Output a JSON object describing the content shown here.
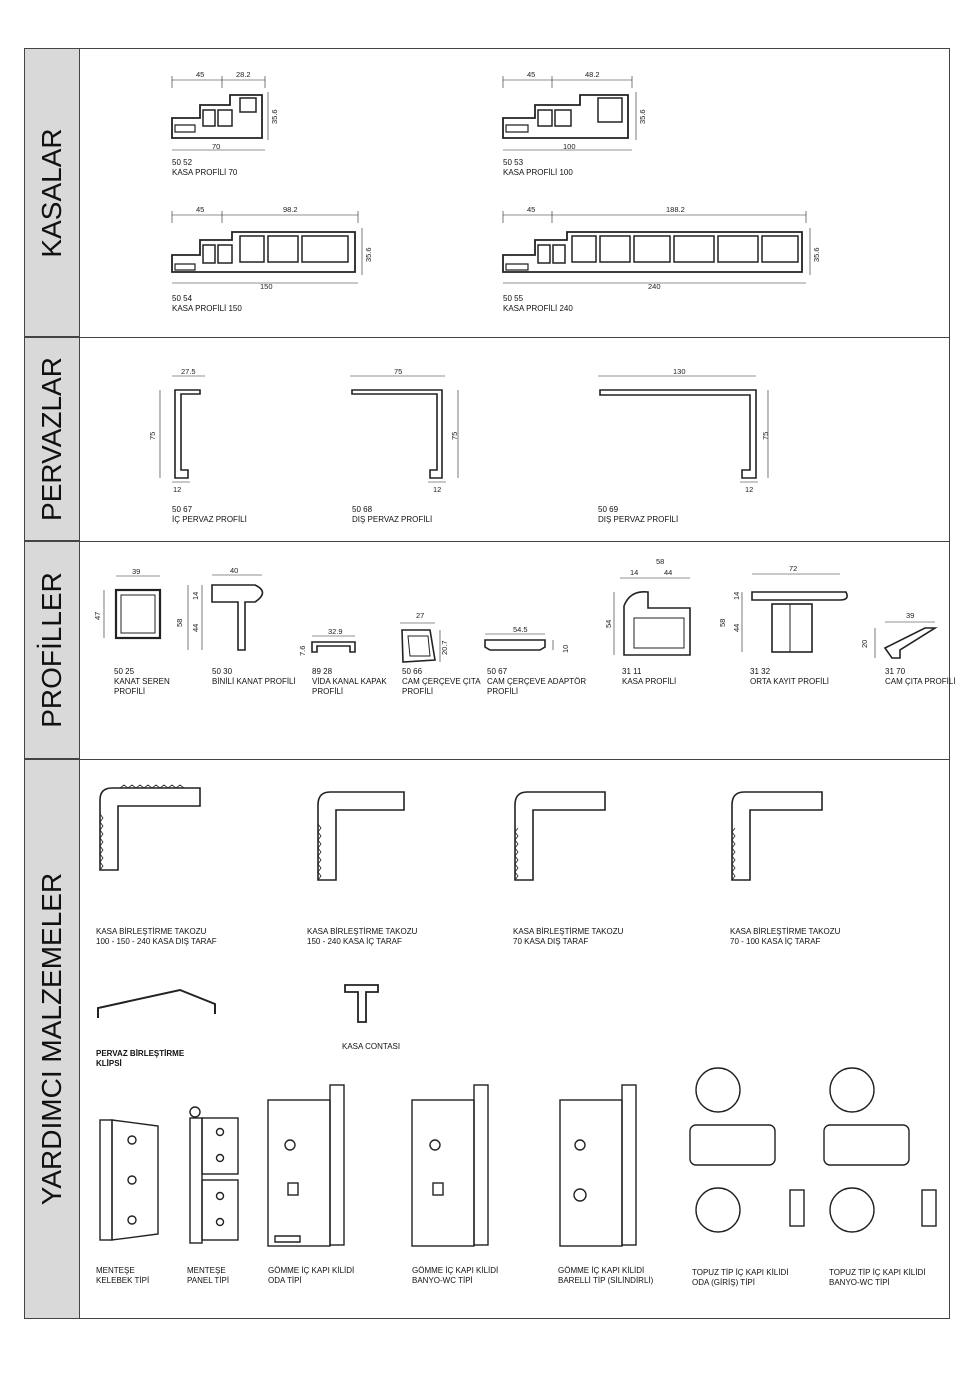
{
  "sections": {
    "kasalar": "KASALAR",
    "pervazlar": "PERVAZLAR",
    "profiller": "PROFİLLER",
    "yardimci": "YARDIMCI MALZEMELER"
  },
  "kasalar": [
    {
      "code": "50 52",
      "name": "KASA PROFİLİ 70",
      "d1": "45",
      "d2": "28.2",
      "d3": "35.6",
      "d4": "70"
    },
    {
      "code": "50 53",
      "name": "KASA PROFİLİ 100",
      "d1": "45",
      "d2": "48.2",
      "d3": "35.6",
      "d4": "100"
    },
    {
      "code": "50 54",
      "name": "KASA PROFİLİ 150",
      "d1": "45",
      "d2": "98.2",
      "d3": "35.6",
      "d4": "150"
    },
    {
      "code": "50 55",
      "name": "KASA PROFİLİ 240",
      "d1": "45",
      "d2": "188.2",
      "d3": "35.6",
      "d4": "240"
    }
  ],
  "pervazlar": [
    {
      "code": "50 67",
      "name": "İÇ PERVAZ PROFİLİ",
      "top": "27.5",
      "side": "75",
      "bottom": "12"
    },
    {
      "code": "50 68",
      "name": "DIŞ PERVAZ PROFİLİ",
      "top": "75",
      "side": "75",
      "bottom": "12"
    },
    {
      "code": "50 69",
      "name": "DIŞ PERVAZ PROFİLİ",
      "top": "130",
      "side": "75",
      "bottom": "12"
    }
  ],
  "profiller": [
    {
      "code": "50 25",
      "name1": "KANAT SEREN",
      "name2": "PROFİLİ",
      "dims": [
        "39",
        "47"
      ]
    },
    {
      "code": "50 30",
      "name1": "BİNİLİ KANAT PROFİLİ",
      "name2": "",
      "dims": [
        "40",
        "58",
        "14",
        "44"
      ]
    },
    {
      "code": "89 28",
      "name1": "VİDA KANAL KAPAK",
      "name2": "PROFİLİ",
      "dims": [
        "32.9",
        "7.6"
      ]
    },
    {
      "code": "50 66",
      "name1": "CAM ÇERÇEVE ÇITA",
      "name2": "PROFİLİ",
      "dims": [
        "27",
        "20.7"
      ]
    },
    {
      "code": "50 67",
      "name1": "CAM ÇERÇEVE ADAPTÖR",
      "name2": "PROFİLİ",
      "dims": [
        "54.5",
        "10"
      ]
    },
    {
      "code": "31 11",
      "name1": "KASA PROFİLİ",
      "name2": "",
      "dims": [
        "58",
        "14",
        "44",
        "54"
      ]
    },
    {
      "code": "31 32",
      "name1": "ORTA KAYIT PROFİLİ",
      "name2": "",
      "dims": [
        "72",
        "58",
        "14",
        "44"
      ]
    },
    {
      "code": "31 70",
      "name1": "CAM ÇITA PROFİLİ",
      "name2": "",
      "dims": [
        "39",
        "20"
      ]
    }
  ],
  "takozlar": [
    {
      "l1": "KASA BİRLEŞTİRME TAKOZU",
      "l2": "100 - 150 - 240 KASA DIŞ TARAF"
    },
    {
      "l1": "KASA BİRLEŞTİRME TAKOZU",
      "l2": "150 - 240 KASA İÇ TARAF"
    },
    {
      "l1": "KASA BİRLEŞTİRME TAKOZU",
      "l2": "70 KASA DIŞ TARAF"
    },
    {
      "l1": "KASA BİRLEŞTİRME TAKOZU",
      "l2": "70 - 100 KASA İÇ TARAF"
    }
  ],
  "klips": {
    "l1": "PERVAZ BİRLEŞTİRME",
    "l2": "KLİPSİ"
  },
  "conta": "KASA CONTASI",
  "hardware": [
    {
      "l1": "MENTEŞE",
      "l2": "KELEBEK TİPİ"
    },
    {
      "l1": "MENTEŞE",
      "l2": "PANEL TİPİ"
    },
    {
      "l1": "GÖMME İÇ KAPI KİLİDİ",
      "l2": "ODA TİPİ"
    },
    {
      "l1": "GÖMME İÇ KAPI KİLİDİ",
      "l2": "BANYO-WC TİPİ"
    },
    {
      "l1": "GÖMME İÇ KAPI KİLİDİ",
      "l2": "BARELLİ TİP (SİLİNDİRLİ)"
    },
    {
      "l1": "TOPUZ TİP İÇ KAPI KİLİDİ",
      "l2": "ODA (GİRİŞ) TİPİ"
    },
    {
      "l1": "TOPUZ TİP İÇ KAPI KİLİDİ",
      "l2": "BANYO-WC TİPİ"
    }
  ]
}
